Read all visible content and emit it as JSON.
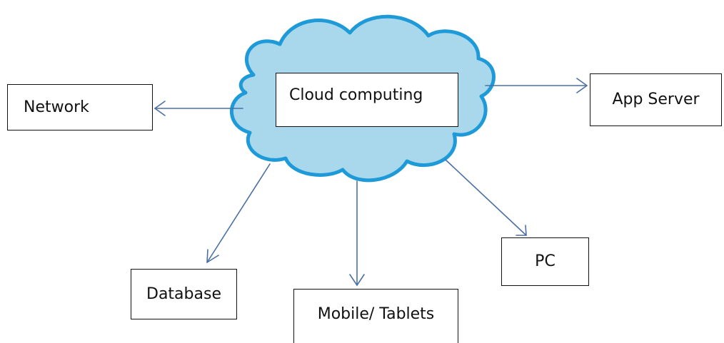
{
  "diagram": {
    "center_label": "Cloud computing",
    "nodes": {
      "network": "Network",
      "app_server": "App Server",
      "pc": "PC",
      "database": "Database",
      "mobile": "Mobile/ Tablets"
    },
    "colors": {
      "cloud_fill": "#a9d8ec",
      "cloud_stroke": "#1e9ad8",
      "arrow": "#4a6fa5",
      "box_border": "#111111"
    }
  }
}
